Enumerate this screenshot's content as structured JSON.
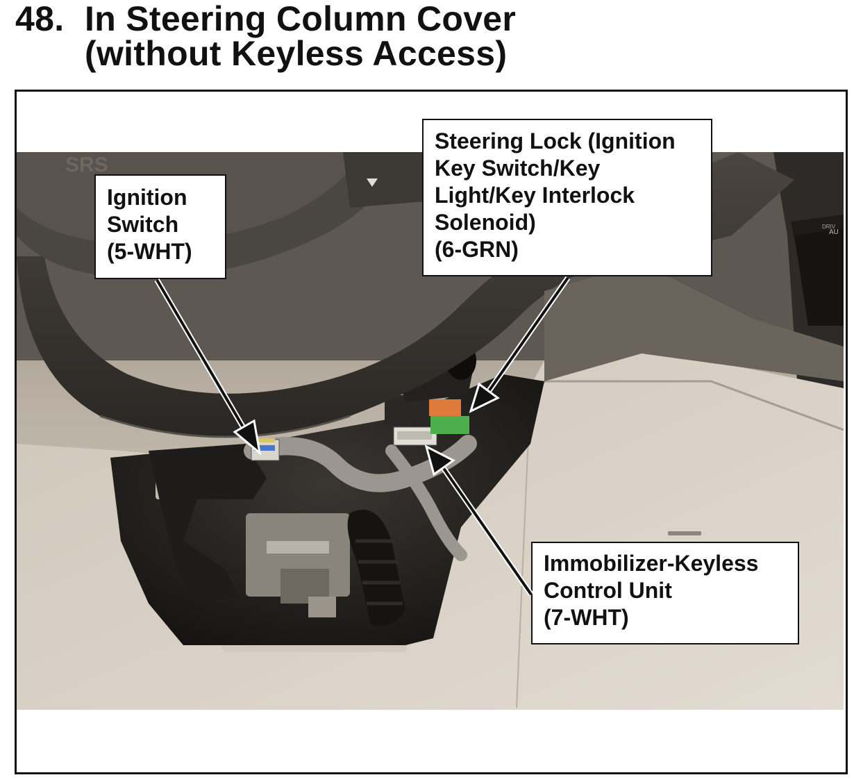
{
  "title": {
    "number": "48.",
    "line1": "In Steering Column Cover",
    "line2": "(without Keyless Access)"
  },
  "callouts": {
    "ignition_switch": [
      "Ignition",
      "Switch",
      "(5-WHT)"
    ],
    "steering_lock": [
      "Steering Lock (Ignition",
      "Key Switch/Key",
      "Light/Key Interlock",
      "Solenoid)",
      "(6-GRN)"
    ],
    "immobilizer": [
      "Immobilizer-Keyless",
      "Control Unit",
      "(7-WHT)"
    ]
  },
  "photo_text": {
    "srs": "SRS",
    "drive": "DRIV",
    "au": "AU"
  },
  "colors": {
    "dashboard_beige": "#c8bfb2",
    "steering_wheel": "#3a3733",
    "connector_orange": "#e07a3c",
    "connector_green": "#4fae4c",
    "connector_blue": "#4a78c8"
  }
}
